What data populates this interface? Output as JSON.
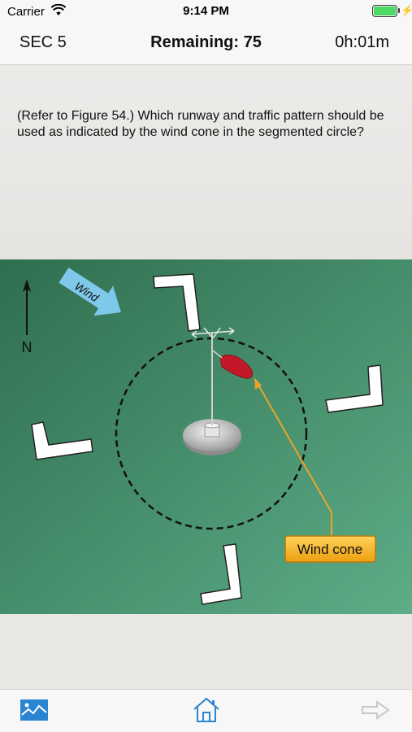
{
  "status_bar": {
    "carrier": "Carrier",
    "time": "9:14 PM",
    "icons": [
      "wifi-icon",
      "battery-icon",
      "charging-bolt-icon"
    ]
  },
  "nav_bar": {
    "section": "SEC 5",
    "remaining": "Remaining: 75",
    "timer": "0h:01m"
  },
  "question": {
    "text": "(Refer to Figure 54.) Which runway and traffic pattern should be used as indicated by the wind cone in the segmented circle?"
  },
  "figure": {
    "north_label": "N",
    "wind_label": "Wind",
    "wind_cone_label": "Wind cone",
    "colors": {
      "background_top": "#2f6e4f",
      "background_bottom": "#5dad87",
      "wind_arrow": "#7ec8ea",
      "label_box": "#f5b829",
      "wind_cone": "#c4182a"
    }
  },
  "tab_bar": {
    "items": [
      "image-icon",
      "home-icon",
      "next-arrow-icon"
    ]
  },
  "colors": {
    "accent": "#2a84d2",
    "disabled": "#c8c8c8"
  }
}
